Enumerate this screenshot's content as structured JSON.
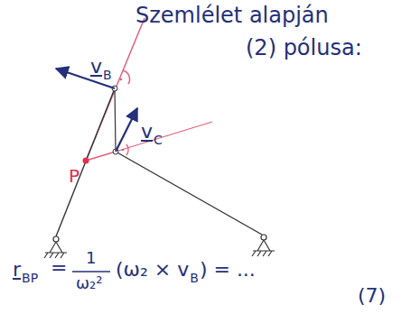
{
  "diagram": {
    "labels": [
      "Szemlélet alapján",
      "(2) pólusa:",
      "v",
      "B",
      "v",
      "C",
      "P",
      "r",
      "BP",
      "=",
      "1",
      "ω₂²",
      "(ω₂ × v",
      "B",
      ") = ...",
      "(7)"
    ]
  }
}
